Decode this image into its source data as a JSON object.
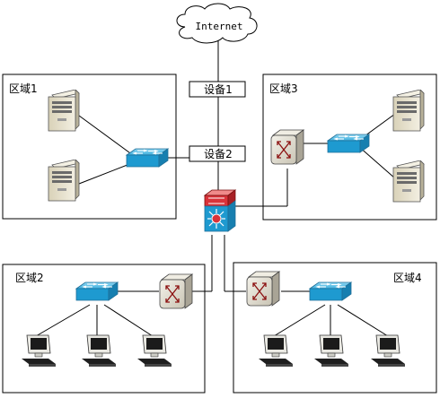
{
  "cloud": {
    "label": "Internet"
  },
  "devices": {
    "device1": {
      "label": "设备1"
    },
    "device2": {
      "label": "设备2"
    }
  },
  "zones": [
    {
      "label": "区域1"
    },
    {
      "label": "区域3"
    },
    {
      "label": "区域2"
    },
    {
      "label": "区域4"
    }
  ]
}
